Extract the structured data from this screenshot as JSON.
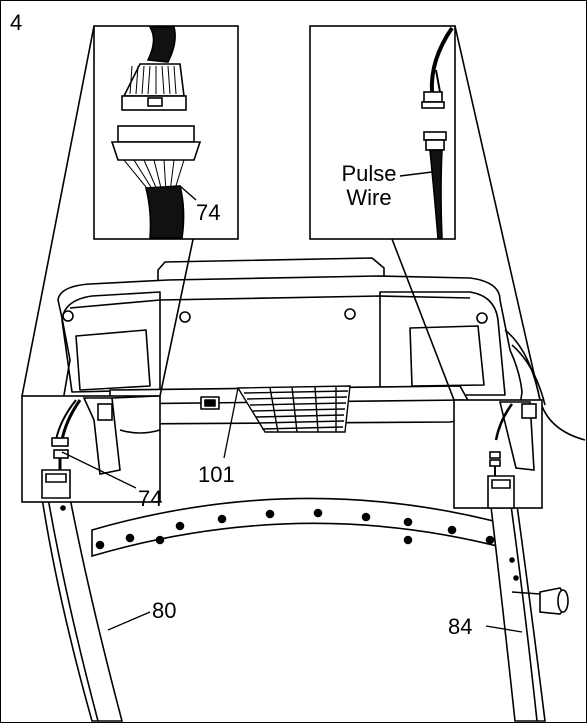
{
  "step_number": "4",
  "labels": {
    "part_74_top": "74",
    "pulse_wire_line1": "Pulse",
    "pulse_wire_line2": "Wire",
    "part_101": "101",
    "part_74_bottom": "74",
    "part_80": "80",
    "part_84": "84"
  },
  "colors": {
    "ink": "#000000",
    "paper": "#ffffff",
    "wire": "#111111"
  }
}
